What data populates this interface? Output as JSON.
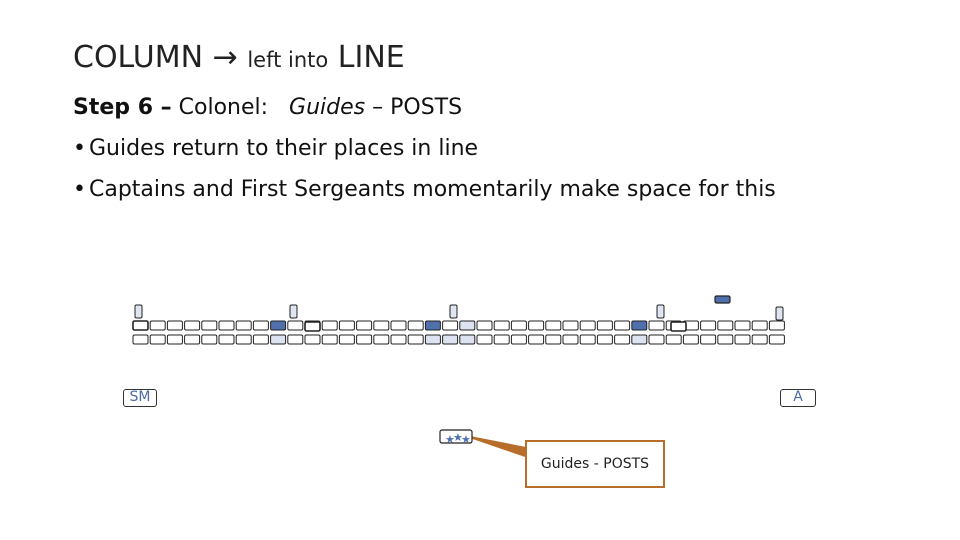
{
  "title": {
    "part1": "COLUMN",
    "arrow": "→",
    "part2": "left into",
    "part3": "LINE"
  },
  "step": {
    "label": "Step 6 –",
    "commander": "Colonel:",
    "command_italic": "Guides",
    "command_rest": "– POSTS"
  },
  "bullets": [
    "Guides return to their places in line",
    "Captains and First Sergeants momentarily make space for this"
  ],
  "labels": {
    "sm": "SM",
    "a": "A"
  },
  "callout": {
    "text": "Guides - POSTS"
  },
  "colors": {
    "accent_fill": "#4f6fad",
    "light_fill": "#dde3f0",
    "callout_border": "#b86e2b",
    "label_text": "#4a6da7"
  }
}
